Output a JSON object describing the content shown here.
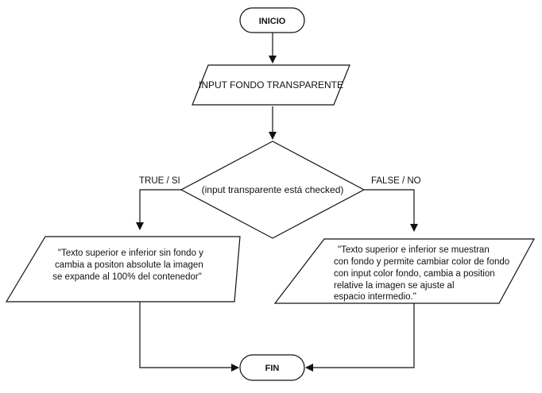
{
  "flowchart": {
    "start": "INICIO",
    "input": "INPUT FONDO TRANSPARENTE",
    "decision": "(input transparente está checked)",
    "true_label": "TRUE / SI",
    "false_label": "FALSE / NO",
    "true_box": {
      "lines": [
        "\"Texto superior e inferior sin fondo y",
        "cambia a positon absolute la imagen",
        "se expande al 100% del contenedor\""
      ]
    },
    "false_box": {
      "lines": [
        "\"Texto superior e inferior  se muestran",
        "con fondo y permite cambiar  color de fondo",
        "con input color fondo, cambia a position",
        "relative la imagen se ajuste al",
        "espacio intermedio.\""
      ]
    },
    "end": "FIN"
  }
}
